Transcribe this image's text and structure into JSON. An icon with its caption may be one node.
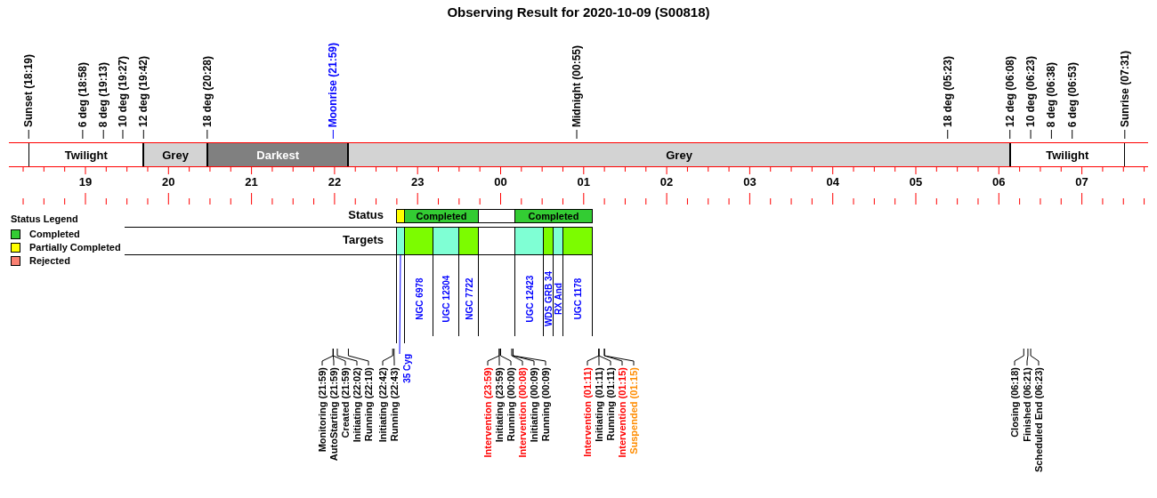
{
  "diagram": {
    "title": "Observing Result for 2020-10-09 (S00818)",
    "nodes": [
      {
        "text": [
          "Twilight"
        ]
      },
      {
        "text": [
          "Grey"
        ]
      },
      {
        "text": [
          "Darkest"
        ]
      },
      {
        "text": [
          "Grey"
        ]
      },
      {
        "text": [
          "Twilight"
        ]
      },
      {
        "text": [],
        "shape": "bar"
      },
      {
        "text": [
          "Completed"
        ]
      },
      {
        "text": [
          "Completed"
        ]
      },
      {
        "text": [],
        "shape": "bar"
      },
      {
        "text": [
          "NGC 6978"
        ]
      },
      {
        "text": [
          "UGC 12304"
        ]
      },
      {
        "text": [
          "NGC 7722"
        ]
      },
      {
        "text": [
          "UGC 12423"
        ]
      },
      {
        "text": [
          "WDS GRB 34"
        ]
      },
      {
        "text": [
          "RX And"
        ]
      },
      {
        "text": [
          "UGC 1178"
        ]
      },
      {
        "text": [
          "35 Cyg"
        ]
      }
    ],
    "edges": [
      {
        "from": 16,
        "to": 8,
        "arrow": "none",
        "color": "#0000ff"
      }
    ],
    "labels": [
      "Sunset (18:19)",
      "6 deg (18:58)",
      "8 deg (19:13)",
      "10 deg (19:27)",
      "12 deg (19:42)",
      "18 deg (20:28)",
      "Moonrise (21:59)",
      "Midnight (00:55)",
      "18 deg (05:23)",
      "12 deg (06:08)",
      "10 deg (06:23)",
      "8 deg (06:38)",
      "6 deg (06:53)",
      "Sunrise (07:31)",
      "19",
      "20",
      "21",
      "22",
      "23",
      "00",
      "01",
      "02",
      "03",
      "04",
      "05",
      "06",
      "07",
      "Status Legend",
      "Status",
      "Targets",
      "Monitoring (21:59)",
      "AutoStarting (21:59)",
      "Created (21:59)",
      "Initiating (22:02)",
      "Running (22:10)",
      "Initiating (22:42)",
      "Running (22:43)",
      "Intervention (23:59)",
      "Initiating (23:59)",
      "Running (00:00)",
      "Intervention (00:08)",
      "Initiating (00:09)",
      "Running (00:09)",
      "Intervention (01:11)",
      "Initiating (01:11)",
      "Running (01:11)",
      "Intervention (01:15)",
      "Suspended (01:15)",
      "Closing (06:18)",
      "Finished (06:21)",
      "Scheduled End (06:23)"
    ],
    "legend": [
      {
        "text": "Completed",
        "color": "#33cc33"
      },
      {
        "text": "Partially Completed",
        "color": "#ffff00"
      },
      {
        "text": "Rejected",
        "color": "#fa8072"
      }
    ]
  }
}
